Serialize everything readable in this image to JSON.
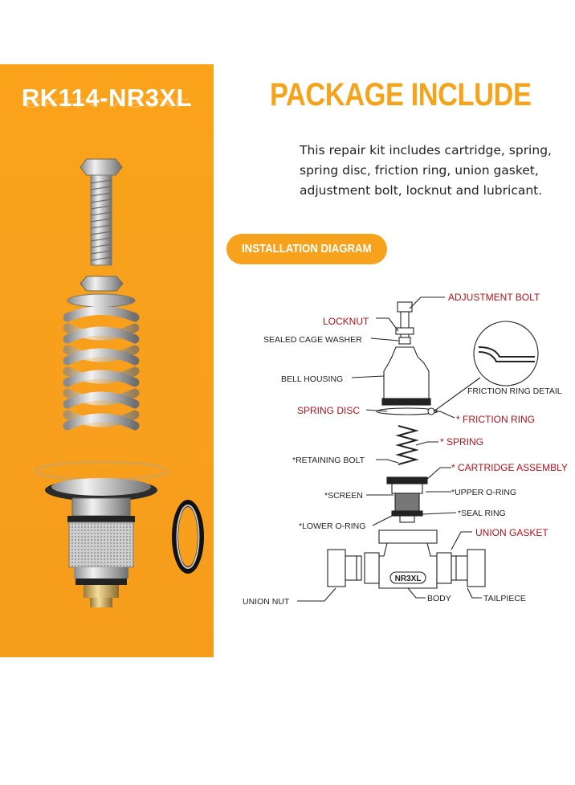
{
  "product": {
    "model": "RK114-NR3XL"
  },
  "header": {
    "title": "PACKAGE INCLUDE",
    "description": "This repair kit includes cartridge, spring, spring disc, friction ring, union gasket, adjustment bolt, locknut and lubricant."
  },
  "diagram": {
    "badge": "INSTALLATION DIAGRAM",
    "body_stamp": "NR3XL",
    "labels": {
      "adjustment_bolt": "ADJUSTMENT BOLT",
      "locknut": "LOCKNUT",
      "sealed_cage_washer": "SEALED CAGE WASHER",
      "bell_housing": "BELL HOUSING",
      "friction_ring_detail": "FRICTION RING DETAIL",
      "spring_disc": "SPRING DISC",
      "friction_ring": "* FRICTION RING",
      "spring": "* SPRING",
      "retaining_bolt": "*RETAINING BOLT",
      "cartridge_assembly": "* CARTRIDGE ASSEMBLY",
      "screen": "*SCREEN",
      "upper_o_ring": "*UPPER O-RING",
      "seal_ring": "*SEAL RING",
      "lower_o_ring": "*LOWER O-RING",
      "union_gasket": "UNION GASKET",
      "union_nut": "UNION NUT",
      "body": "BODY",
      "tailpiece": "TAILPIECE"
    }
  },
  "colors": {
    "accent": "#f7a21c",
    "red_label": "#b3121a",
    "black_label": "#222222"
  }
}
